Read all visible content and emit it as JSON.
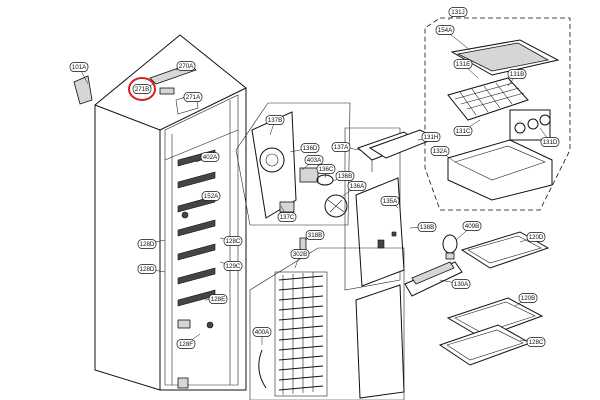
{
  "diagram": {
    "highlight_color": "#d62020",
    "highlighted_part": "271B",
    "labels": {
      "p101A": "101A",
      "p271B": "271B",
      "p270A": "270A",
      "p271A": "271A",
      "p402A": "402A",
      "p152A": "152A",
      "p128D_top": "128D",
      "p128C_1": "128C",
      "p128D_mid": "128D",
      "p129C": "129C",
      "p128E": "128E",
      "p128F": "128F",
      "p137B": "137B",
      "p136D": "136D",
      "p403A": "403A",
      "p136C": "136C",
      "p136B": "136B",
      "p136A": "136A",
      "p137C": "137C",
      "p137A": "137A",
      "p135A": "135A",
      "p138B": "138B",
      "p318B": "318B",
      "p302B": "302B",
      "p400A": "400A",
      "p131J": "131J",
      "p154A": "154A",
      "p131E": "131E",
      "p131B": "131B",
      "p131C": "131C",
      "p131H": "131H",
      "p131D": "131D",
      "p132A": "132A",
      "p409B": "409B",
      "p120D": "120D",
      "p130A": "130A",
      "p120B": "120B",
      "p128C_2": "128C"
    }
  }
}
